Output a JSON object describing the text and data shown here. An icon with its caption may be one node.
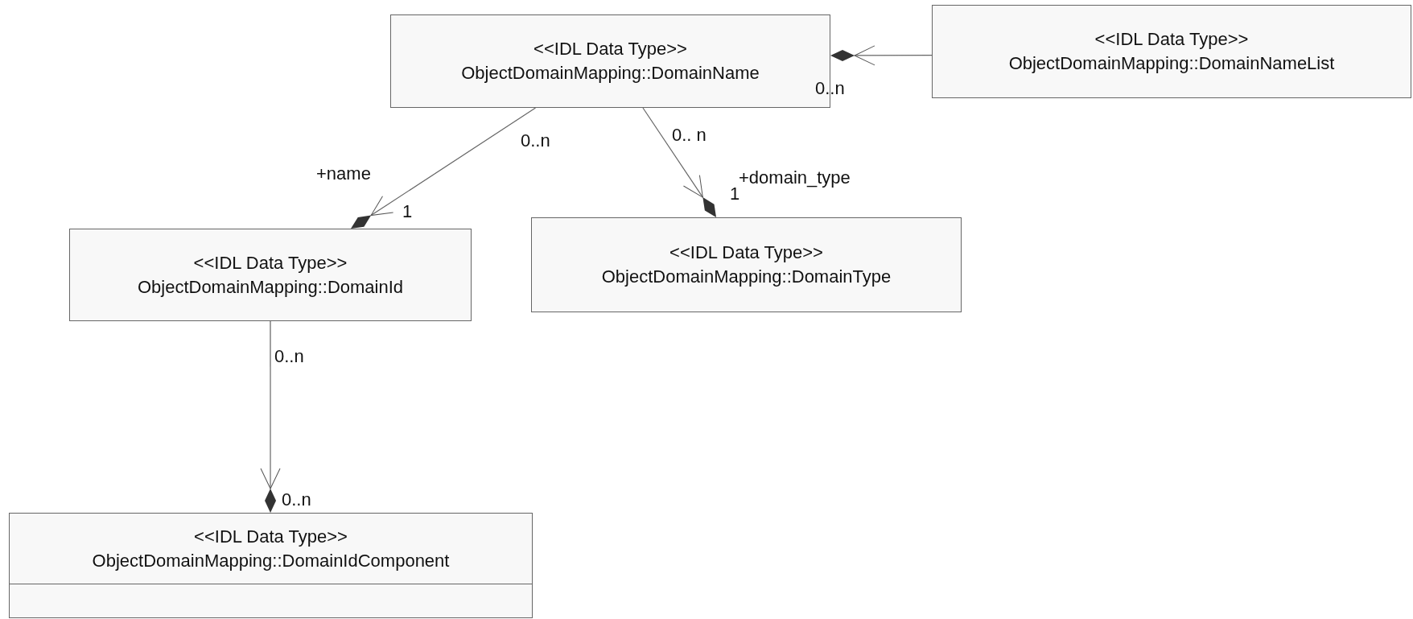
{
  "diagram": {
    "nodes": [
      {
        "text": [
          "<<IDL Data Type>>",
          "ObjectDomainMapping::DomainName"
        ]
      },
      {
        "text": [
          "<<IDL Data Type>>",
          "ObjectDomainMapping::DomainNameList"
        ]
      },
      {
        "text": [
          "<<IDL Data Type>>",
          "ObjectDomainMapping::DomainId"
        ]
      },
      {
        "text": [
          "<<IDL Data Type>>",
          "ObjectDomainMapping::DomainType"
        ]
      },
      {
        "text": [
          "<<IDL Data Type>>",
          "ObjectDomainMapping::DomainIdComponent"
        ]
      }
    ],
    "edges": [
      {
        "from": 1,
        "to": 0,
        "arrow": "to"
      },
      {
        "from": 0,
        "to": 2,
        "arrow": "to"
      },
      {
        "from": 0,
        "to": 3,
        "arrow": "to"
      },
      {
        "from": 2,
        "to": 4,
        "arrow": "to"
      }
    ],
    "labels": [
      "0..n",
      "0..n",
      "+name",
      "1",
      "0.. n",
      "1",
      "+domain_type",
      "0..n",
      "0..n"
    ]
  }
}
